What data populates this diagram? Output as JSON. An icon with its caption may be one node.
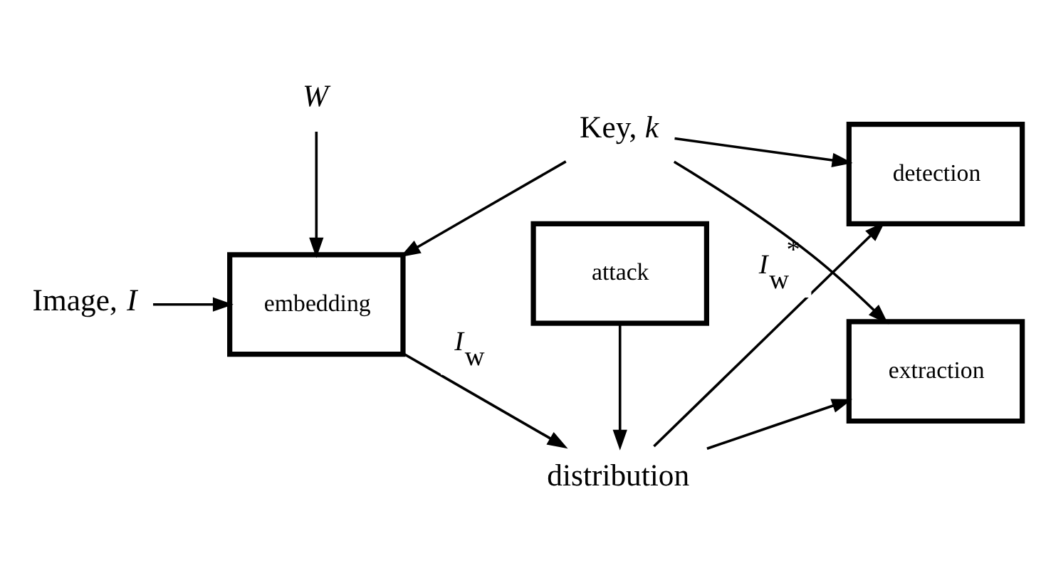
{
  "diagram": {
    "nodes": [
      {
        "text": [
          "Image, *I*"
        ]
      },
      {
        "text": [
          "*W*"
        ]
      },
      {
        "text": [
          "embedding"
        ]
      },
      {
        "text": [
          "attack"
        ]
      },
      {
        "text": [
          "distribution"
        ]
      },
      {
        "text": [
          "detection"
        ]
      },
      {
        "text": [
          "extraction"
        ]
      },
      {
        "text": [
          "Key, *k*"
        ]
      }
    ],
    "edges": [
      {
        "from": 0,
        "to": 2,
        "arrow": "to"
      },
      {
        "from": 1,
        "to": 2,
        "arrow": "to"
      },
      {
        "from": 2,
        "to": 4,
        "arrow": "to",
        "label": "*I*$_{w}$"
      },
      {
        "from": 3,
        "to": 4,
        "arrow": "to"
      },
      {
        "from": 4,
        "to": 5,
        "arrow": "to",
        "label": "*I*$_{w}$$^{*}$"
      },
      {
        "from": 4,
        "to": 6,
        "arrow": "to"
      },
      {
        "from": 7,
        "to": 5,
        "arrow": "to"
      },
      {
        "from": 7,
        "to": 6,
        "arrow": "to"
      },
      {
        "from": 7,
        "to": 2,
        "arrow": "to"
      }
    ]
  }
}
